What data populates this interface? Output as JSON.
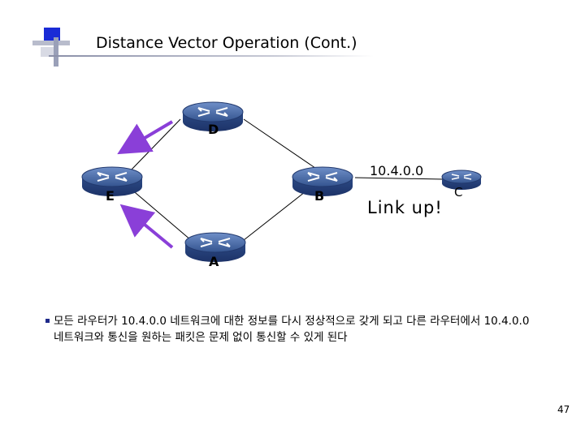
{
  "slide": {
    "title": "Distance Vector Operation (Cont.)",
    "page_number": "47"
  },
  "colors": {
    "router_body": "#2f4f8f",
    "arrow": "#8a3fd8",
    "link": "#000000",
    "logo_blue": "#1a2bd6",
    "logo_grey": "#9aa0b8"
  },
  "routers": {
    "d": {
      "label": "D",
      "icon": "router-icon"
    },
    "e": {
      "label": "E",
      "icon": "router-icon"
    },
    "b": {
      "label": "B",
      "icon": "router-icon"
    },
    "a": {
      "label": "A",
      "icon": "router-icon"
    },
    "c": {
      "label": "C",
      "icon": "router-icon"
    }
  },
  "network": {
    "address": "10.4.0.0",
    "status": "Link up!"
  },
  "bullet": {
    "text": "모든 라우터가 10.4.0.0 네트워크에 대한 정보를 다시 정상적으로 갖게 되고 다른 라우터에서 10.4.0.0 네트워크와 통신을 원하는 패킷은 문제 없이 통신할 수 있게 된다"
  }
}
